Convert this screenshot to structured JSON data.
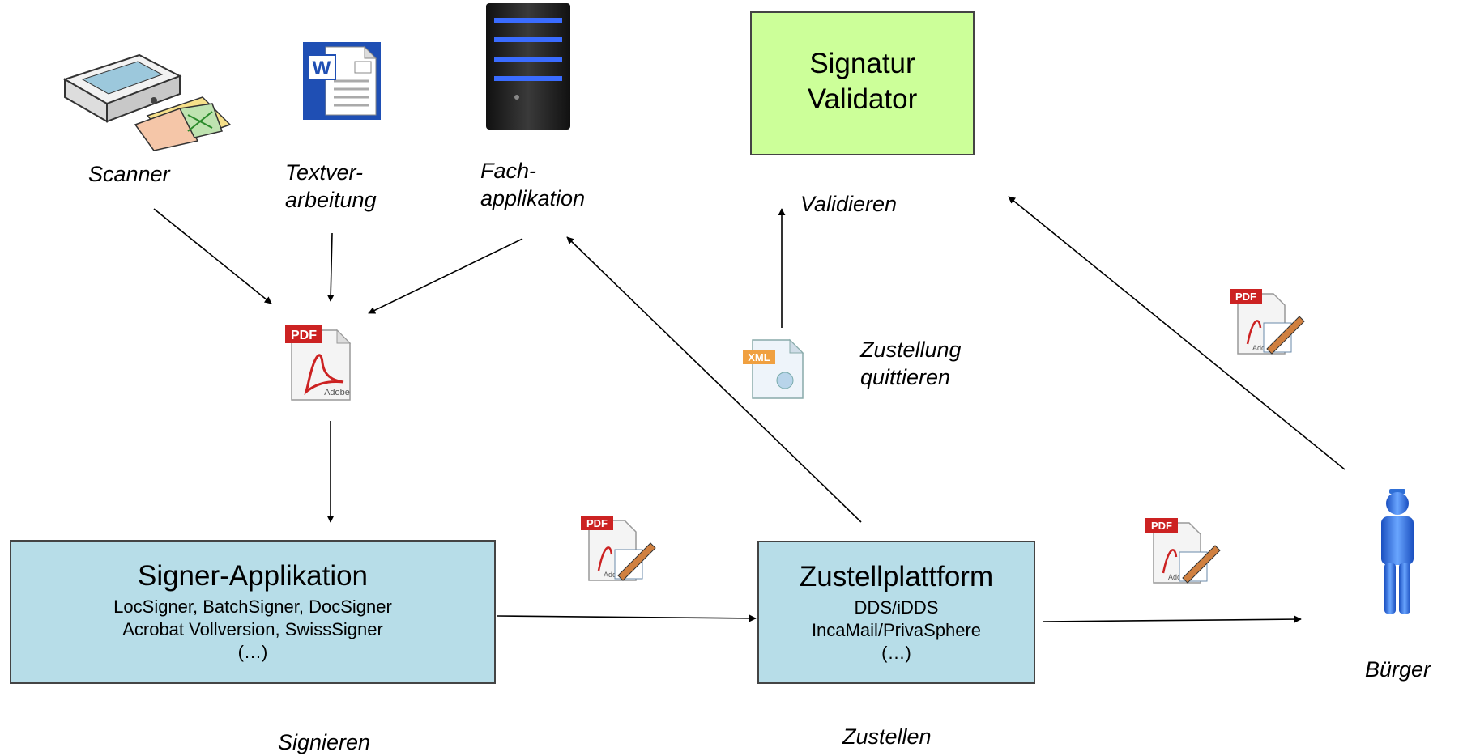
{
  "nodes": {
    "scanner": "Scanner",
    "textverarbeitung": [
      "Textver-",
      "arbeitung"
    ],
    "fachapplikation": [
      "Fach-",
      "applikation"
    ],
    "validator_title": [
      "Signatur",
      "Validator"
    ],
    "signer": {
      "title": "Signer-Applikation",
      "lines": [
        "LocSigner, BatchSigner, DocSigner",
        "Acrobat Vollversion, SwissSigner",
        "(…)"
      ]
    },
    "zustell": {
      "title": "Zustellplattform",
      "lines": [
        "DDS/iDDS",
        "IncaMail/PrivaSphere",
        "(…)"
      ]
    },
    "buerger": "Bürger"
  },
  "edge_labels": {
    "validieren": "Validieren",
    "quittieren": [
      "Zustellung",
      "quittieren"
    ],
    "signieren": "Signieren",
    "zustellen": "Zustellen"
  },
  "icon_labels": {
    "pdf": "PDF",
    "adobe": "Adobe",
    "adobe_short": "Ado",
    "xml": "XML",
    "word": "W"
  },
  "colors": {
    "validator_fill": "#ccff99",
    "box_fill": "#b7dde8",
    "pdf_red": "#cc2222",
    "person_blue": "#2f6fd6"
  }
}
